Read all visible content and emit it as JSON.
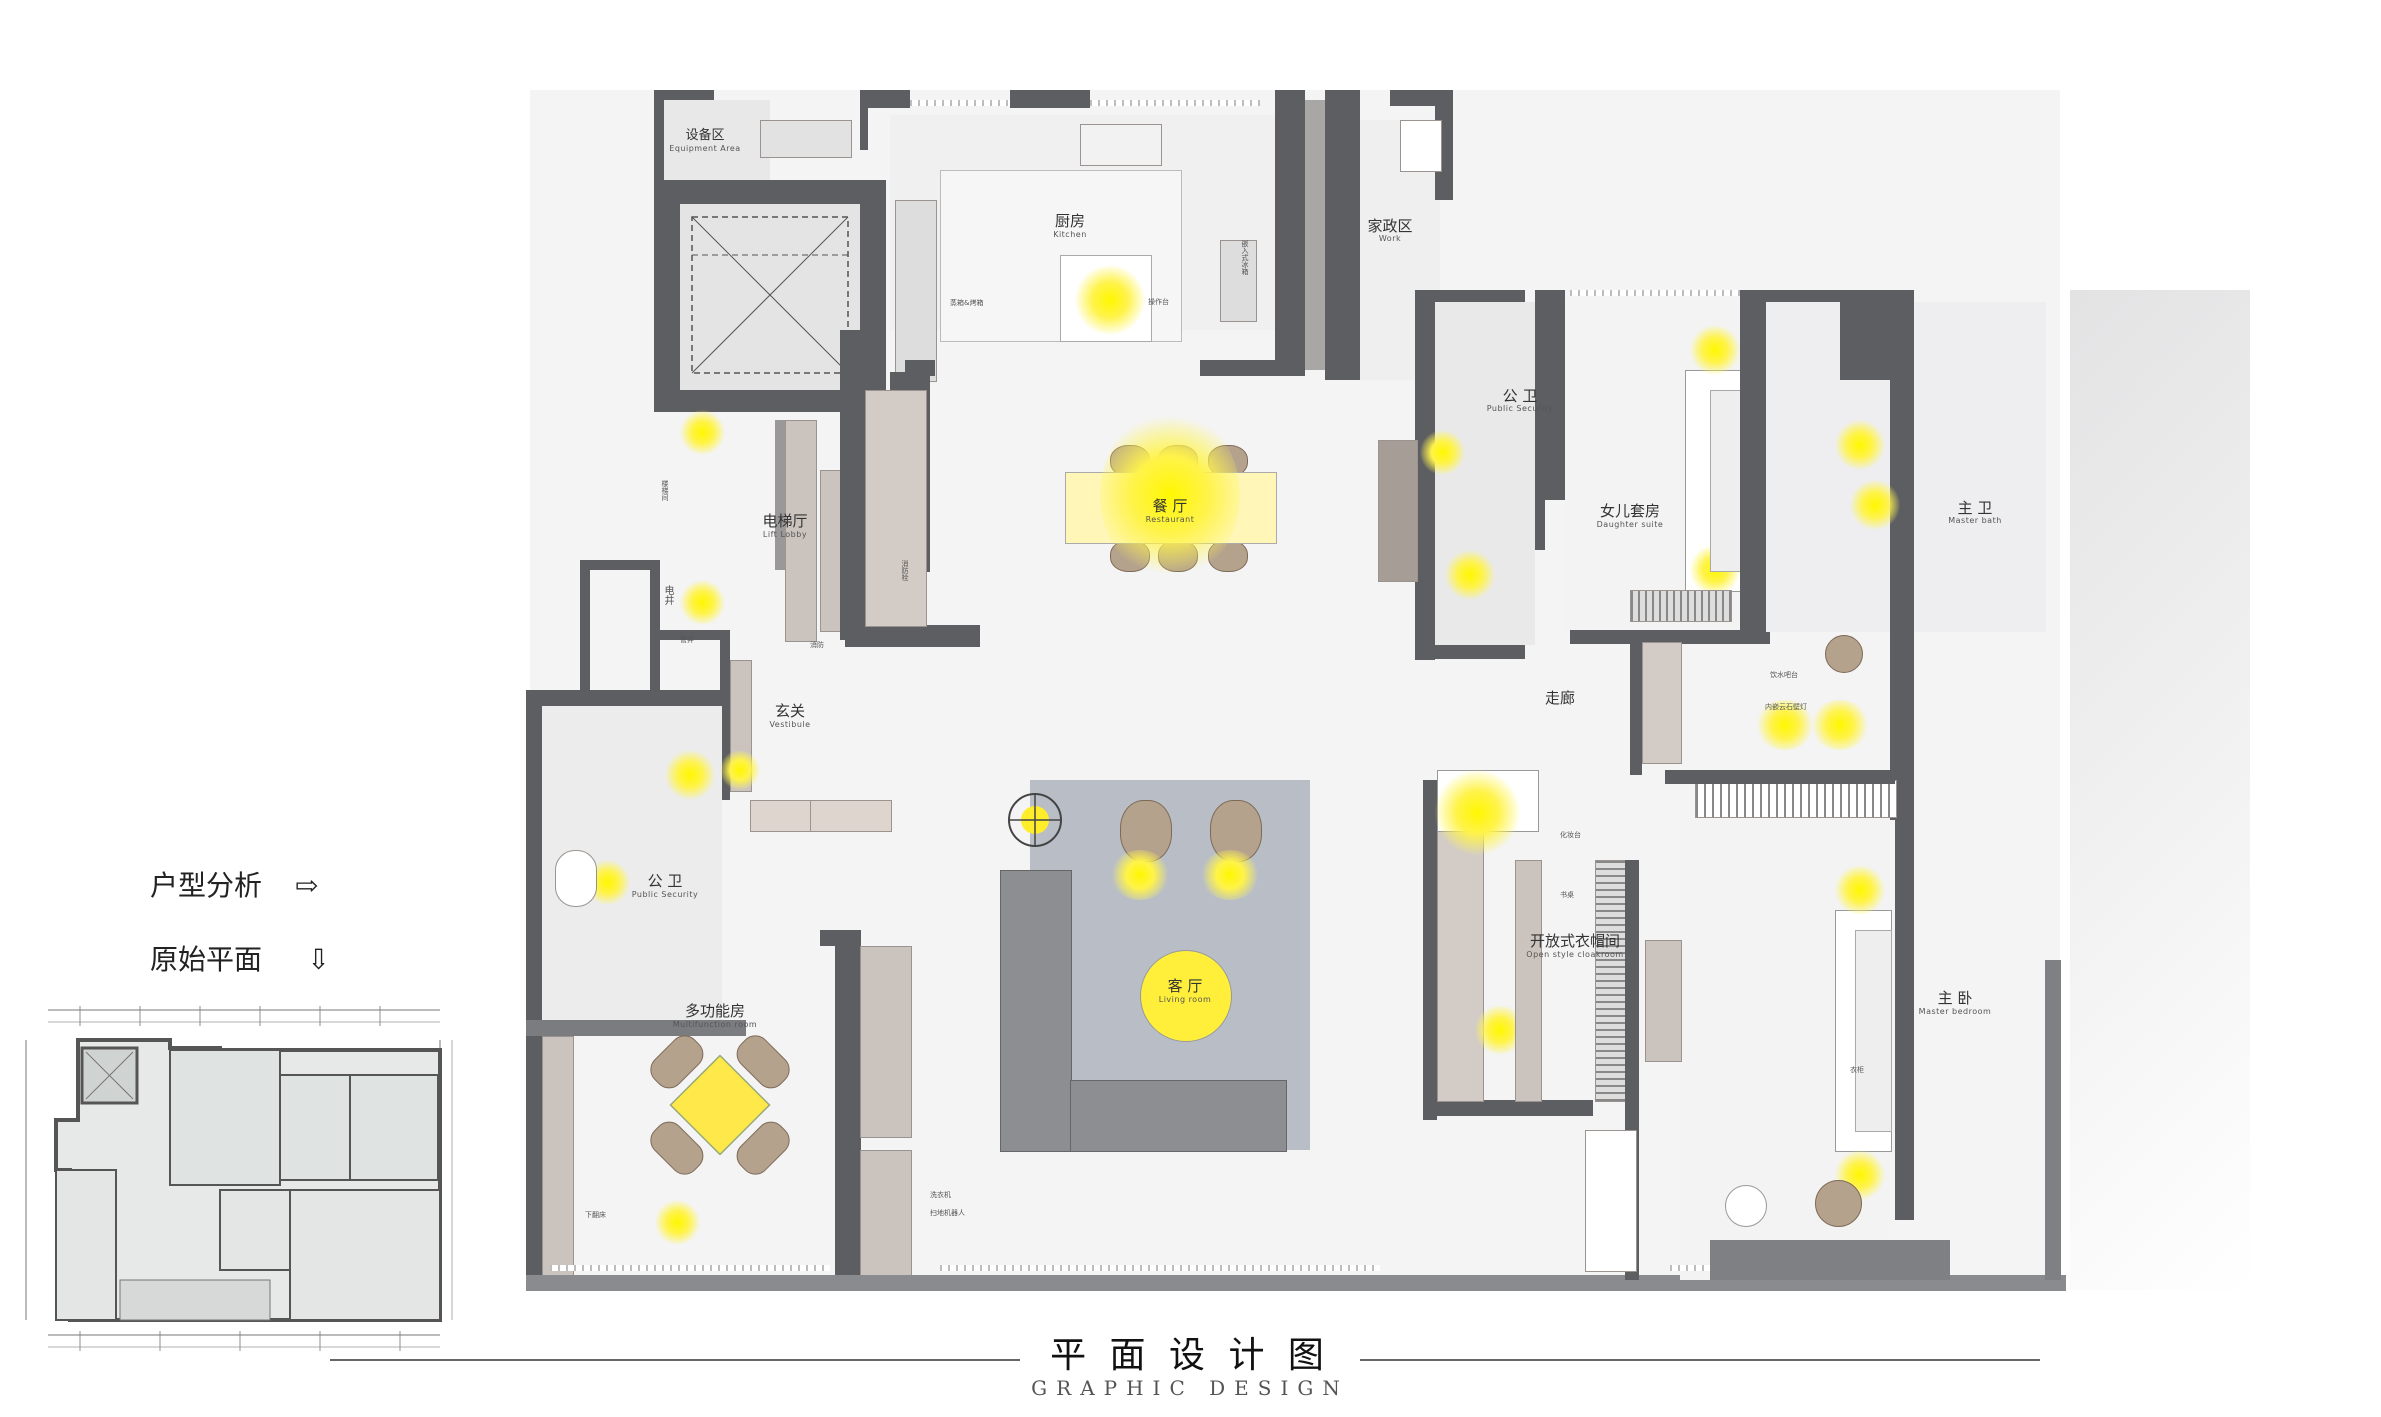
{
  "left_panel": {
    "label_analysis": "户型分析",
    "label_original": "原始平面",
    "arrow_right": "⇨",
    "arrow_down": "⇩"
  },
  "footer": {
    "title": "平 面 设 计 图",
    "subtitle": "GRAPHIC  DESIGN"
  },
  "rooms": {
    "equipment": {
      "cn": "设备区",
      "en": "Equipment Area"
    },
    "kitchen": {
      "cn": "厨房",
      "en": "Kitchen"
    },
    "work": {
      "cn": "家政区",
      "en": "Work"
    },
    "lift_lobby": {
      "cn": "电梯厅",
      "en": "Lift Lobby"
    },
    "restaurant": {
      "cn": "餐 厅",
      "en": "Restaurant"
    },
    "public_toilet_1": {
      "cn": "公 卫",
      "en": "Public Security"
    },
    "daughter_suite": {
      "cn": "女儿套房",
      "en": "Daughter suite"
    },
    "master_bath": {
      "cn": "主 卫",
      "en": "Master bath"
    },
    "vestibule": {
      "cn": "玄关",
      "en": "Vestibule"
    },
    "corridor": {
      "cn": "走廊"
    },
    "public_toilet_2": {
      "cn": "公 卫",
      "en": "Public Security"
    },
    "living_room": {
      "cn": "客 厅",
      "en": "Living room"
    },
    "cloakroom": {
      "cn": "开放式衣帽间",
      "en": "Open style cloakroom"
    },
    "multifunction": {
      "cn": "多功能房",
      "en": "Multifunction room"
    },
    "master_bedroom": {
      "cn": "主 卧",
      "en": "Master bedroom"
    }
  },
  "notes": {
    "oven": "蒸箱&烤箱",
    "counter": "操作台",
    "builtin_fridge": "嵌入式冰箱",
    "pipe_well": "管井",
    "elec_well": "电井",
    "water_drain": "消防栓",
    "bar": "饮水吧台",
    "cloud_lamp": "内嵌云石壁灯",
    "stair": "楼梯间",
    "fire": "消防",
    "washer": "洗衣机",
    "storage": "扫地机器人",
    "desk": "化妆台",
    "side": "书桌",
    "bookshelf": "下翻床",
    "closet": "衣柜"
  }
}
